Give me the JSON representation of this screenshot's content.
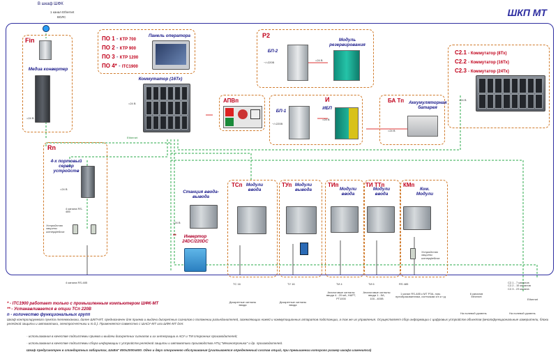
{
  "top": {
    "wofs_label": "В шкаф ШФК",
    "ethernet_label": "1 канал Ethernet",
    "vols_label": "ВОЛС"
  },
  "title": "ШКП МТ",
  "fin": {
    "tag": "Fin",
    "caption": "Медиа конвертер",
    "power": "=24 В"
  },
  "po": {
    "items": [
      {
        "code": "ПО 1",
        "value": "КТР 700"
      },
      {
        "code": "ПО 2",
        "value": "КТР 900"
      },
      {
        "code": "ПО 3",
        "value": "КТР 1200"
      },
      {
        "code": "ПО 4*",
        "value": "ITC1900"
      }
    ],
    "caption": "Панель оператора"
  },
  "switch_main": {
    "caption": "Коммутатор (16Тх)",
    "power": "=24 В",
    "ethernet": "Ethernet"
  },
  "p2": {
    "tag": "P2",
    "bp": "БП-2",
    "caption": "Модуль резервирования",
    "in": "~/=220В",
    "out": "=24 В"
  },
  "apvn": {
    "tag": "АПВп"
  },
  "i": {
    "tag": "И",
    "bp": "БП-1",
    "caption": "ИБП",
    "in": "~/=220В",
    "out": "=24 В"
  },
  "batn": {
    "tag": "БА Тп",
    "caption": "Аккумуляторная батарея",
    "out": "=24 В"
  },
  "c2": {
    "items": [
      {
        "code": "С2.1",
        "value": "Коммутатор (8Тх)"
      },
      {
        "code": "С2.2",
        "value": "Коммутатор (16Тх)"
      },
      {
        "code": "С2.3",
        "value": "Коммутатор (24Тх)"
      }
    ],
    "power": "=24 В"
  },
  "rn": {
    "tag": "Rn",
    "caption": "4-х портовый сервер устройств",
    "channels": "4 канала RS-485",
    "protect": "Устройство защиты интерфейсов",
    "power": "=24 В"
  },
  "station": {
    "caption": "Станция ввода-вывода",
    "inverter_mark": "**",
    "inverter": "Инвертор 24DC/220DC",
    "power": "=24 В"
  },
  "modules": [
    {
      "tag": "ТСп",
      "caption": "Модули ввода",
      "bottom_code": "ТС 16",
      "bottom_text": "Дискретные сигналы ввода"
    },
    {
      "tag": "ТУп",
      "caption": "Модули вывода",
      "bottom_code": "ТУ 16",
      "bottom_text": "Дискретные сигналы ввода"
    },
    {
      "tag": "ТИп",
      "caption": "Модули ввода",
      "bottom_code": "ТИ 4",
      "bottom_text": "Аналоговые сигналы ввода 4...20 мА, НАРТ, РТ1000"
    },
    {
      "tag": "ТИ ТТп",
      "caption": "Модули ввода",
      "bottom_code": "ТИ 6",
      "bottom_text": "Аналоговые сигналы ввода 1...5А, 100...400В"
    },
    {
      "tag": "КМп",
      "caption": "Ком. Модули",
      "protect": "Устройство защиты интерфейсов",
      "bottom_code": "RS 485",
      "bottom_text": "1 канал RS-485 к МТ РЗА, пом. преобразователям, счетчикам э/э и т.д"
    }
  ],
  "right_bottom": {
    "left_channels": "6 каналов Ethernet",
    "left_level": "На полевой уровень",
    "c_rows": [
      {
        "code": "С2.1 -",
        "value": "7 каналов"
      },
      {
        "code": "С2.2 -",
        "value": "15 каналов"
      },
      {
        "code": "С2.3 -",
        "value": "23 канала"
      }
    ],
    "c_ethernet": "Ethernet",
    "right_level": "На полевой уровень"
  },
  "bottom_rs": "4 канала RS-485",
  "legend": [
    {
      "mark": "*",
      "text": "- ITC1900 работает только с промышленным компьютером ШФК-МТ"
    },
    {
      "mark": "**",
      "text": "- Устанавливается в опции ТСп 220В"
    },
    {
      "mark": "n",
      "text": "- количество функциональных групп"
    }
  ],
  "notes": [
    "Шкаф контролируемого пункта телемеханики, далее ШКП-МТ, предназначен для приема и выдачи дискретных сигналов о положении разъединителей, заземляющих ножей и коммутационных аппаратов подстанции, а так же их управления. Осуществляет сбор информации с цифровых устройств объектов (многофункциональные измерители, блоки релейной защиты и автоматики, электросчетчики и т.д.). Применяется совместно с ШАСУ-МТ или ШФК-МТ для:",
    "- использования в качестве подсистемы приема и выдачи дискретных сигналов и их интеграции в АСУ и ТМ сторонних производителей;",
    "- использования в качестве подсистемы сбора информации с устройств релейной защиты и автоматики производства НТЦ \"Механотроника\" и др. производителей.",
    "Шкаф предусмотрен в стандартных габаритах, ШхВхГ 800х2000х600. Одно и двух стороннего обслуживания (учитывается определенный состав опций, при превышении которого размер шкафа изменится)"
  ]
}
